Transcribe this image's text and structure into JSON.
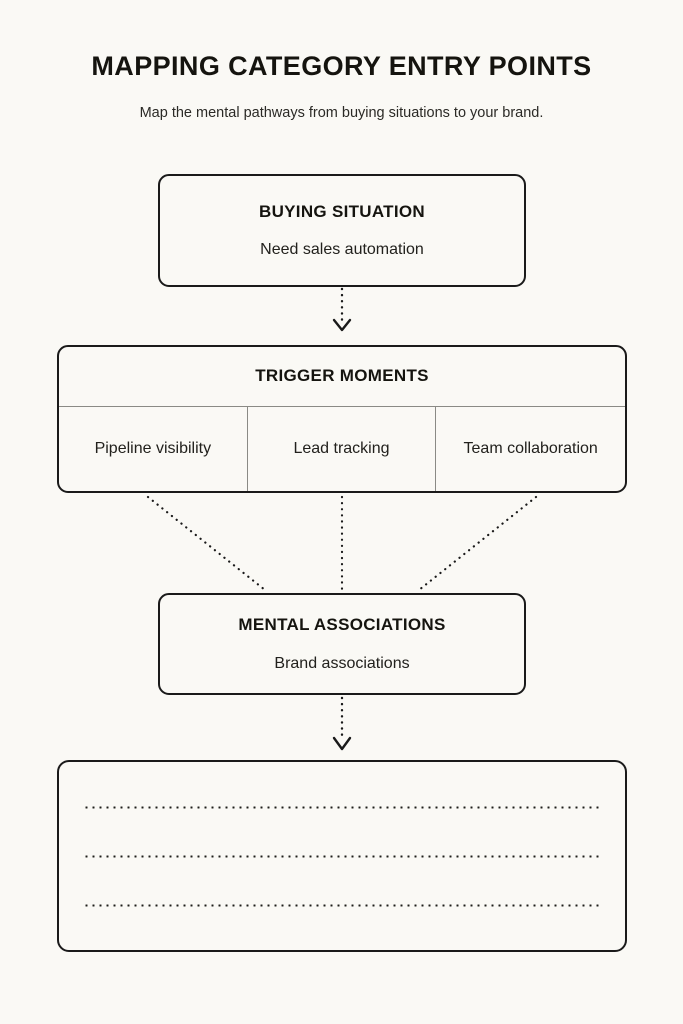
{
  "page": {
    "title": "MAPPING CATEGORY ENTRY POINTS",
    "subtitle": "Map the mental pathways from buying situations to your brand.",
    "background_color": "#faf9f5",
    "ink_color": "#1a1a1a",
    "divider_color": "#8a8a85"
  },
  "nodes": {
    "buying_situation": {
      "heading": "BUYING SITUATION",
      "detail": "Need sales automation"
    },
    "trigger_moments": {
      "heading": "TRIGGER MOMENTS",
      "cells": [
        {
          "label": "Pipeline visibility"
        },
        {
          "label": "Lead tracking"
        },
        {
          "label": "Team collaboration"
        }
      ]
    },
    "mental_associations": {
      "heading": "MENTAL ASSOCIATIONS",
      "detail": "Brand associations"
    },
    "notes": {
      "lines": [
        "",
        "",
        ""
      ]
    }
  },
  "connectors": [
    {
      "name": "buying-to-trigger",
      "style": "dotted",
      "arrow": true
    },
    {
      "name": "trigger-cell-1-to-mental",
      "style": "dotted",
      "arrow": false
    },
    {
      "name": "trigger-cell-2-to-mental",
      "style": "dotted",
      "arrow": false
    },
    {
      "name": "trigger-cell-3-to-mental",
      "style": "dotted",
      "arrow": false
    },
    {
      "name": "mental-to-notes",
      "style": "dotted",
      "arrow": true
    }
  ]
}
